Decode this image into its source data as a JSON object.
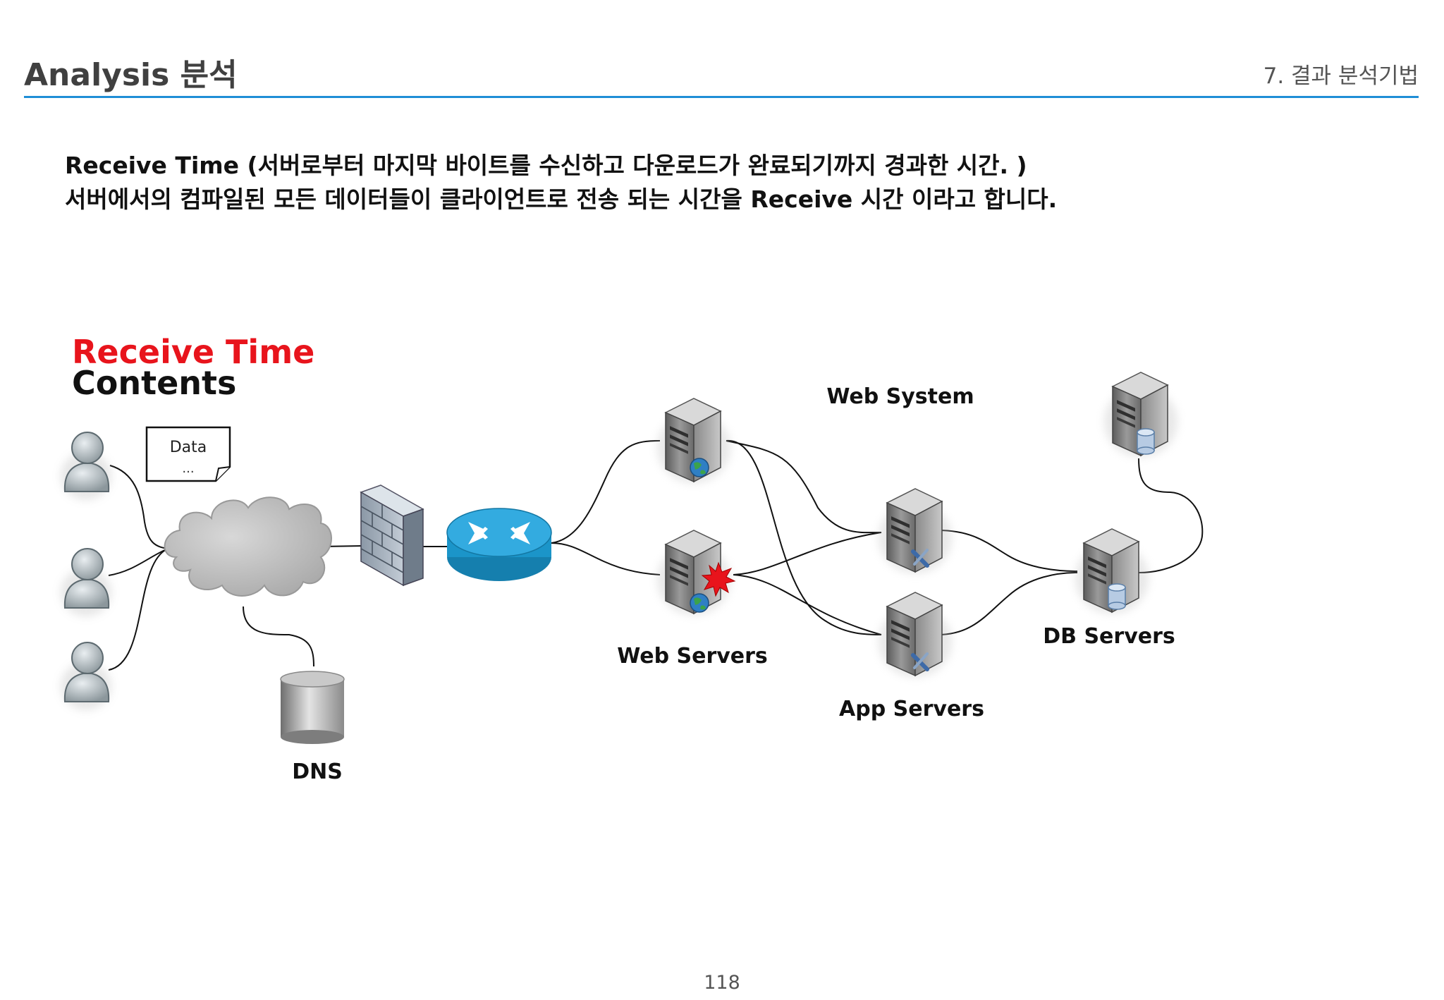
{
  "header": {
    "title": "Analysis 분석",
    "section": "7. 결과 분석기법"
  },
  "description": {
    "line1": "Receive Time  (서버로부터 마지막 바이트를 수신하고 다운로드가 완료되기까지 경과한 시간. )",
    "line2": "서버에서의  컴파일된  모든 데이터들이  클라이언트로  전송 되는 시간을  Receive 시간 이라고 합니다."
  },
  "diagram": {
    "title": "Receive Time",
    "subtitle": "Contents",
    "note": {
      "line1": "Data",
      "line2": "..."
    },
    "labels": {
      "web_system": "Web System",
      "web_servers": "Web Servers",
      "app_servers": "App Servers",
      "db_servers": "DB Servers",
      "dns": "DNS"
    },
    "colors": {
      "highlight": "#e8141c",
      "rule": "#1f8ed6",
      "router": "#1b95c9"
    },
    "icons": [
      "user-icon",
      "cloud-icon",
      "firewall-icon",
      "router-icon",
      "server-icon",
      "database-icon",
      "alert-star-icon",
      "note-icon"
    ]
  },
  "page_number": "118"
}
